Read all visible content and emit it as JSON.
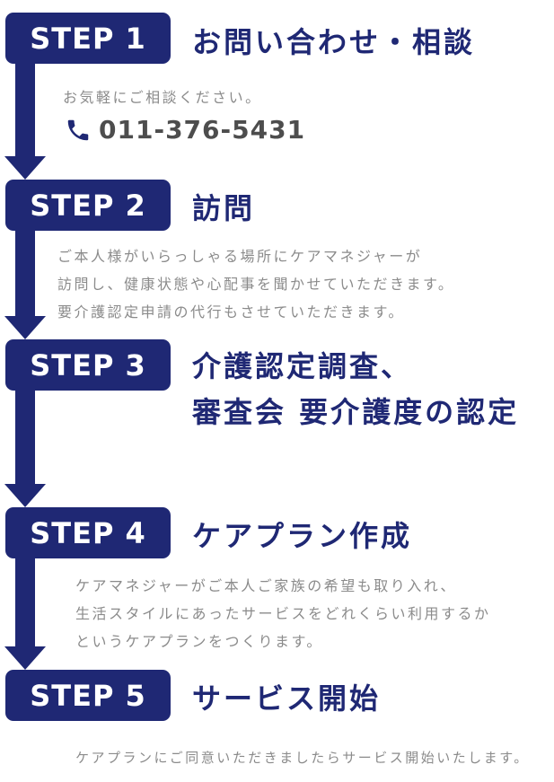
{
  "colors": {
    "navy": "#1f2874",
    "body_gray": "#8b8b8b",
    "phone_text": "#4d4d4d",
    "background": "#ffffff"
  },
  "steps": [
    {
      "badge": "STEP 1",
      "title": "お問い合わせ・相談",
      "lines": [
        "お気軽にご相談ください。"
      ],
      "phone": "011-376-5431",
      "phone_icon": "phone-icon"
    },
    {
      "badge": "STEP 2",
      "title": "訪問",
      "lines": [
        "ご本人様がいらっしゃる場所にケアマネジャーが",
        "訪問し、健康状態や心配事を聞かせていただきます。",
        "要介護認定申請の代行もさせていただきます。"
      ]
    },
    {
      "badge": "STEP 3",
      "title_lines": [
        "介護認定調査、",
        "審査会 要介護度の認定"
      ]
    },
    {
      "badge": "STEP 4",
      "title": "ケアプラン作成",
      "lines": [
        "ケアマネジャーがご本人ご家族の希望も取り入れ、",
        "生活スタイルにあったサービスをどれくらい利用するか",
        "というケアプランをつくります。"
      ]
    },
    {
      "badge": "STEP 5",
      "title": "サービス開始",
      "lines": [
        "ケアプランにご同意いただきましたらサービス開始いたします。"
      ]
    }
  ]
}
